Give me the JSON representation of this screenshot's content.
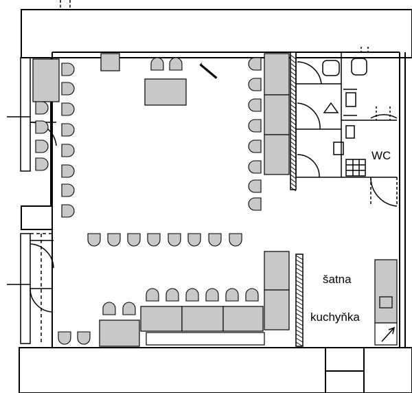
{
  "plan": {
    "labels": {
      "wc": "WC",
      "satna": "šatna",
      "kuchynka": "kuchyňka"
    },
    "colors": {
      "furniture": "#c8c8c8",
      "wall": "#000000",
      "background": "#ffffff"
    }
  }
}
